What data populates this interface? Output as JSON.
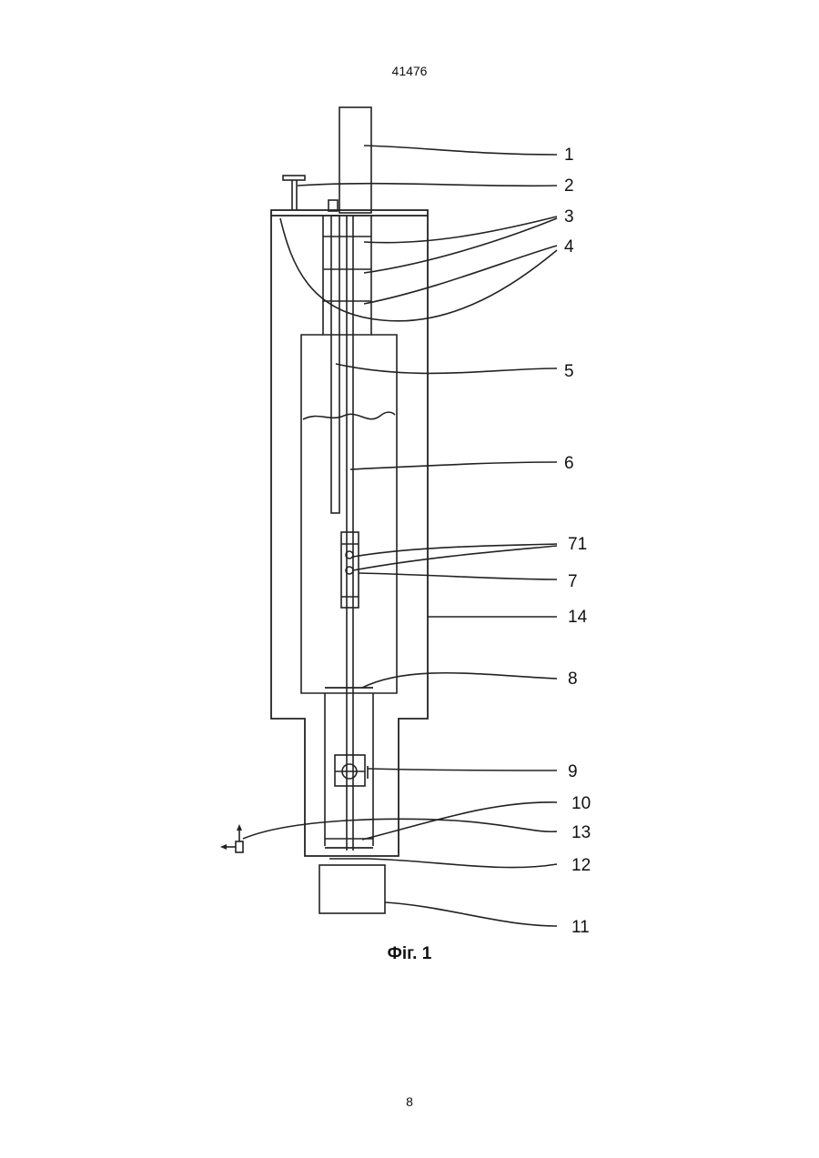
{
  "header": {
    "doc_number": "41476"
  },
  "figure": {
    "caption": "Фіг. 1",
    "labels": {
      "l1": "1",
      "l2": "2",
      "l3": "3",
      "l4": "4",
      "l5": "5",
      "l6": "6",
      "l71": "71",
      "l7": "7",
      "l14": "14",
      "l8": "8",
      "l9": "9",
      "l10": "10",
      "l13": "13",
      "l12": "12",
      "l11": "11"
    }
  },
  "footer": {
    "page_number": "8"
  }
}
